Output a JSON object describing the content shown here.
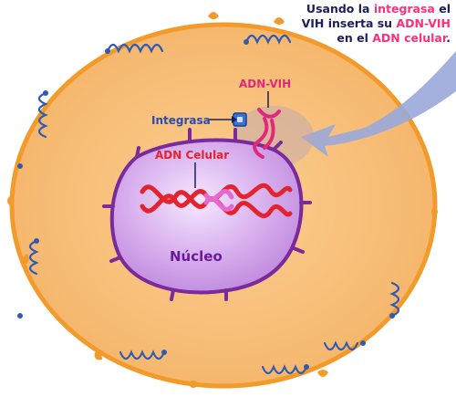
{
  "caption": {
    "part1": "Usando la ",
    "part2": "integrasa",
    "part3": " el VIH inserta su ",
    "part4": "ADN-VIH",
    "part5": " en el ",
    "part6": "ADN celular",
    "part7": "."
  },
  "labels": {
    "integrasa": "Integrasa",
    "adn_vih": "ADN-VIH",
    "adn_celular": "ADN Celular",
    "nucleo": "Núcleo"
  },
  "colors": {
    "cell_fill": "#f6c07a",
    "cell_border": "#f29a2a",
    "receptor": "#2f5bb5",
    "nucleus_fill": "#d9b8ee",
    "nucleus_border": "#7a2a9a",
    "dna_red": "#e3232d",
    "dna_pink": "#e56ad0",
    "arrow": "#9aa9da",
    "integrasa_label": "#2b4bb0",
    "adn_vih_label": "#e0297a",
    "adn_celular_label": "#e3232d",
    "nucleo_label": "#6a1b9a",
    "caption_dark": "#1b1f5a",
    "caption_accent": "#ff2f7a"
  }
}
